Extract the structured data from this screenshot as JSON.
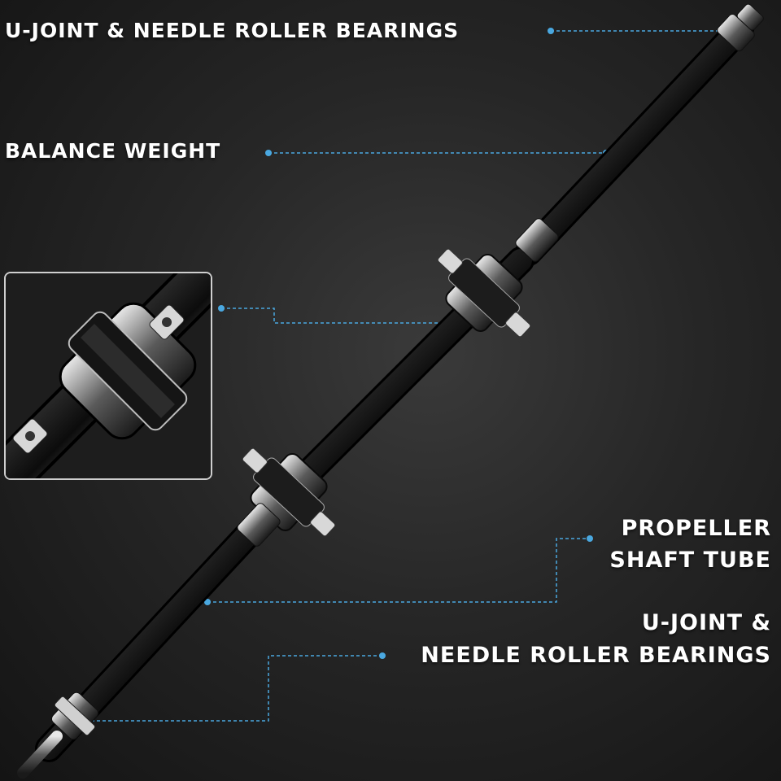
{
  "callouts": {
    "top_ujoint": "U-JOINT & NEEDLE ROLLER BEARINGS",
    "balance_weight": "BALANCE WEIGHT",
    "propeller_line1": "PROPELLER",
    "propeller_line2": "SHAFT TUBE",
    "bottom_ujoint_line1": "U-JOINT &",
    "bottom_ujoint_line2": "NEEDLE ROLLER BEARINGS"
  },
  "colors": {
    "background": "#262626",
    "label_text": "#ffffff",
    "leader_line": "#4aa8e0",
    "shaft_chrome": "#c9c9c9"
  },
  "images": {
    "product": "three-piece driveshaft assembly with two center support bearings",
    "inset": "close-up of center support bearing"
  }
}
